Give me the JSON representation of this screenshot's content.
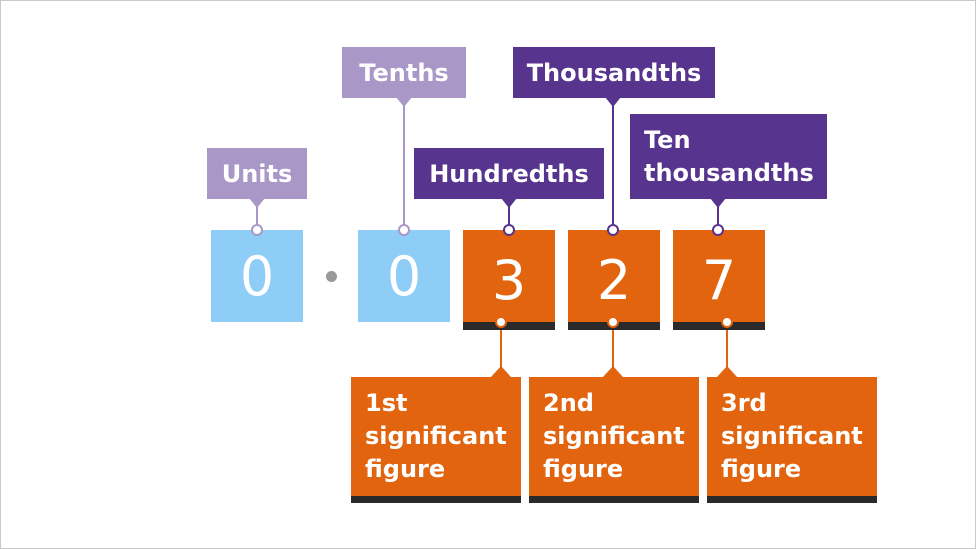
{
  "colors": {
    "light_purple": "#a998c7",
    "dark_purple": "#57348e",
    "blue": "#8ecdf6",
    "orange": "#e3640f",
    "underline": "#2a2a2a",
    "point": "#999999"
  },
  "labels": {
    "units": "Units",
    "tenths": "Tenths",
    "hundredths": "Hundredths",
    "thousandths": "Thousandths",
    "ten_thousandths": [
      "Ten",
      "thousandths"
    ]
  },
  "digits": [
    "0",
    "0",
    "3",
    "2",
    "7"
  ],
  "significant": [
    [
      "1st",
      "significant",
      "figure"
    ],
    [
      "2nd",
      "significant",
      "figure"
    ],
    [
      "3rd",
      "significant",
      "figure"
    ]
  ]
}
